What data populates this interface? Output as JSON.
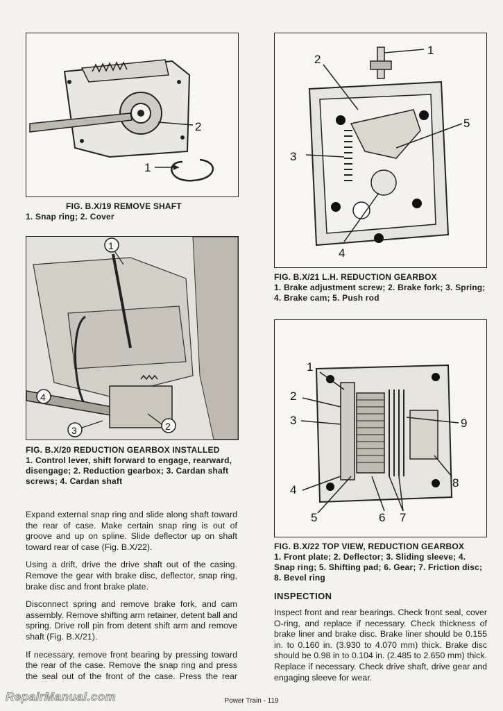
{
  "figures": [
    {
      "id": "fig19",
      "title": "FIG. B.X/19 REMOVE SHAFT",
      "description": "1. Snap ring; 2. Cover",
      "callouts": [
        "1",
        "2"
      ]
    },
    {
      "id": "fig20",
      "title": "FIG. B.X/20 REDUCTION GEARBOX INSTALLED",
      "description": "1. Control lever, shift forward to engage, rearward, disengage; 2. Reduction gearbox; 3. Cardan shaft screws; 4. Cardan shaft",
      "callouts": [
        "1",
        "2",
        "3",
        "4"
      ]
    },
    {
      "id": "fig21",
      "title": "FIG. B.X/21 L.H. REDUCTION GEARBOX",
      "description": "1. Brake adjustment screw; 2. Brake fork; 3. Spring; 4. Brake cam; 5. Push rod",
      "callouts": [
        "1",
        "2",
        "3",
        "4",
        "5"
      ]
    },
    {
      "id": "fig22",
      "title": "FIG. B.X/22 TOP VIEW, REDUCTION GEARBOX",
      "description": "1. Front plate; 2. Deflector; 3. Sliding sleeve; 4. Snap ring; 5. Shifting pad; 6. Gear; 7. Friction disc; 8. Bevel ring",
      "callouts": [
        "1",
        "2",
        "3",
        "4",
        "5",
        "6",
        "7",
        "8",
        "9"
      ]
    }
  ],
  "left_column": {
    "paragraphs": [
      "Expand external snap ring and slide along shaft toward the rear of case. Make certain snap ring is out of groove and up on spline. Slide deflector up on shaft toward rear of case (Fig. B.X/22).",
      "Using a drift, drive the drive shaft out of the casing. Remove the gear with brake disc, deflector, snap ring, brake disc and front brake plate.",
      "Disconnect spring and remove brake fork, and cam assembly. Remove shifting arm retainer, detent ball and spring. Drive roll pin from detent shift arm and remove shaft (Fig. B.X/21).",
      "If necessary, remove front bearing by pressing toward the rear of the case. Remove the snap ring and press the seal out of the front of the case. Press the rear bearing into the case to remove."
    ]
  },
  "right_column": {
    "heading": "INSPECTION",
    "paragraph": "Inspect front and rear bearings. Check front seal, cover O-ring, and replace if necessary. Check thickness of brake liner and brake disc. Brake liner should be 0.155 in. to 0.160 in. (3.930 to 4.070 mm) thick. Brake disc should be 0.98 in to 0.104 in. (2.485 to 2.650 mm) thick. Replace if necessary. Check drive shaft, drive gear and engaging sleeve for wear."
  },
  "footer": "Power Train - 119",
  "watermark": "RepairManual.com"
}
